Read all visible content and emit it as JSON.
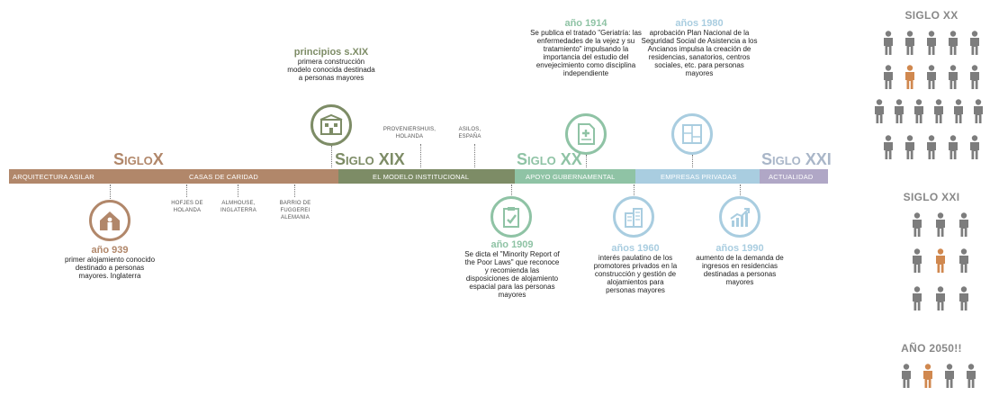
{
  "colors": {
    "brown": "#b1876a",
    "green_dark": "#7d8c66",
    "green_light": "#8fc3a5",
    "blue_light": "#a9cde0",
    "purple_light": "#b0a7c6",
    "person_gray": "#7d7d7d",
    "person_orange": "#d0884f"
  },
  "timeline": {
    "eras": [
      {
        "label": "SigloX",
        "color": "#b1876a"
      },
      {
        "label": "Siglo XIX",
        "color": "#7d8c66"
      },
      {
        "label": "Siglo XX",
        "color": "#8fc3a5"
      },
      {
        "label": "Siglo XXI",
        "color": "#a9b6c8"
      }
    ],
    "bands": [
      {
        "label": "ARQUITECTURA ASILAR"
      },
      {
        "label": "CASAS DE CARIDAD"
      },
      {
        "label": "EL MODELO INSTITUCIONAL"
      },
      {
        "label": "APOYO GUBERNAMENTAL"
      },
      {
        "label": "EMPRESAS PRIVADAS"
      },
      {
        "label": "ACTUALIDAD"
      }
    ],
    "minor_labels": [
      {
        "lines": [
          "HOFJES DE",
          "HOLANDA"
        ]
      },
      {
        "lines": [
          "ALMHOUSE,",
          "INGLATERRA"
        ]
      },
      {
        "lines": [
          "BARRIO DE",
          "FUGGEREI",
          "ALEMANIA"
        ]
      },
      {
        "lines": [
          "PROVENIERSHUIS,",
          "HOLANDA"
        ]
      },
      {
        "lines": [
          "ASILOS,",
          "ESPAÑA"
        ]
      }
    ],
    "events_above": [
      {
        "title": "principios s.XIX",
        "text": "primera construcción modelo conocida destinada a personas mayores",
        "icon": "building-icon"
      },
      {
        "title": "año 1914",
        "text": "Se publica el tratado \"Geriatría: las enfermedades de la vejez y su tratamiento\" impulsando la importancia del estudio del envejecimiento como disciplina independiente",
        "icon": "document-plus-icon"
      },
      {
        "title": "años 1980",
        "text": "aprobación Plan Nacional de la Seguridad Social de Asistencia a los Ancianos impulsa la creación de residencias, sanatorios, centros sociales, etc. para personas mayores",
        "icon": "floor-plan-icon"
      }
    ],
    "events_below": [
      {
        "title": "año 939",
        "text": "primer alojamiento conocido destinado a personas mayores. Inglaterra",
        "icon": "house-person-icon"
      },
      {
        "title": "año 1909",
        "text": "Se dicta el \"Minority Report of the Poor Laws\" que reconoce y recomienda las disposiciones de alojamiento espacial para las personas mayores",
        "icon": "clipboard-check-icon"
      },
      {
        "title": "años 1960",
        "text": "interés paulatino de los promotores privados en la construcción y gestión de alojamientos para personas mayores",
        "icon": "buildings-icon"
      },
      {
        "title": "años 1990",
        "text": "aumento de la demanda de ingresos en residencias destinadas a personas mayores",
        "icon": "growth-chart-icon"
      }
    ]
  },
  "sidebar": {
    "groups": [
      {
        "title": "SIGLO XX"
      },
      {
        "title": "SIGLO XXI"
      },
      {
        "title": "AÑO 2050!!"
      }
    ]
  }
}
